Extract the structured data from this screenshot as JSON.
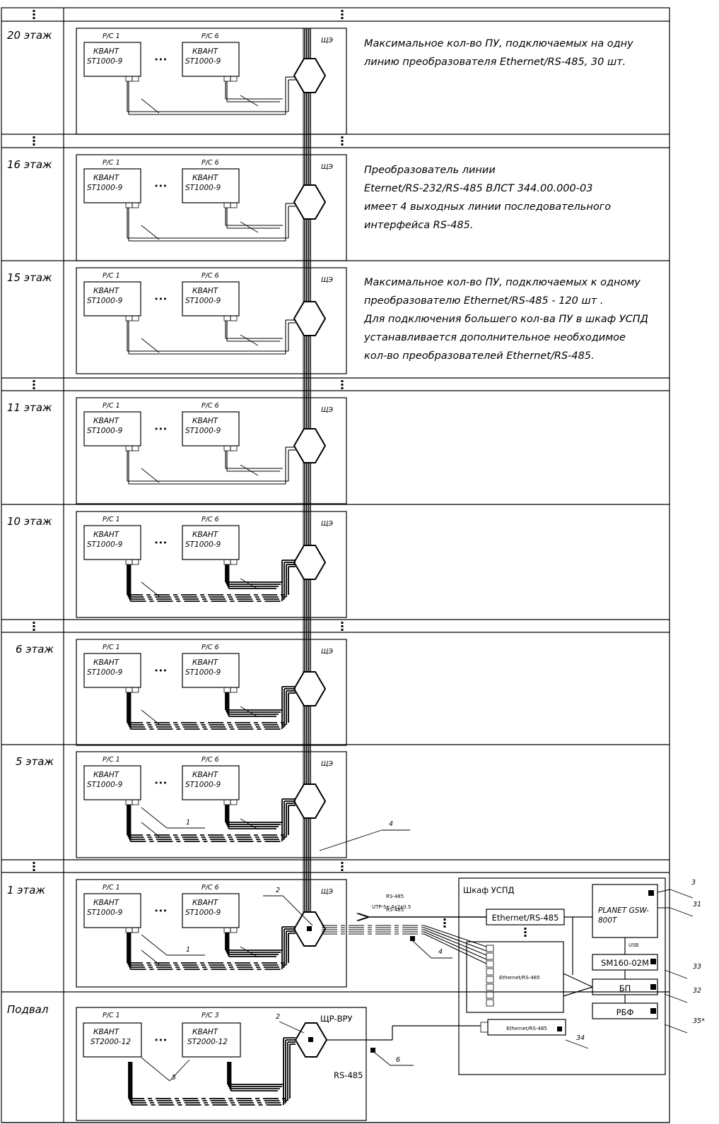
{
  "floors": [
    {
      "label": "20 этаж",
      "note": [
        "Максимальное кол-во ПУ, подключаемых на одну",
        "линию преобразователя Ethernet/RS-485, 30 шт."
      ]
    },
    {
      "label": "16 этаж",
      "note": [
        "Преобразователь линии",
        "Eternet/RS-232/RS-485 ВЛСТ 344.00.000-03",
        "имеет 4 выходных линии последовательного",
        "интерфейса RS-485."
      ]
    },
    {
      "label": "15 этаж",
      "note": [
        "Максимальное кол-во ПУ, подключаемых к одному",
        "преобразователю Ethernet/RS-485 - 120 шт .",
        "Для подключения большего кол-ва ПУ в шкаф УСПД",
        "устанавливается дополнительное необходимое",
        "кол-во преобразователей Ethernet/RS-485."
      ]
    },
    {
      "label": "11 этаж",
      "note": []
    },
    {
      "label": "10 этаж",
      "note": []
    },
    {
      "label": "6 этаж",
      "note": []
    },
    {
      "label": "5 этаж",
      "note": []
    },
    {
      "label": "1 этаж",
      "note": []
    },
    {
      "label": "Подвал",
      "note": []
    }
  ],
  "labels": {
    "pc1": "Р/С 1",
    "pc6": "Р/С 6",
    "pc3": "Р/С 3",
    "meter_line1": "КВАНТ",
    "meter_line2": "ST1000-9",
    "meter_line2_basement": "ST2000-12",
    "dots": "•••",
    "floor_panel": "ЩЭ",
    "basement_panel": "ЩР-ВРУ",
    "rs485": "RS-485",
    "cable": "UTP-5e 4x2x0.5"
  },
  "cabinet": {
    "title": "Шкаф УСПД",
    "switch_line1": "PLANET GSW-",
    "switch_line2": "800T",
    "converter": "Ethernet/RS-485",
    "usb": "USB",
    "controller": "SM160-02M",
    "power": "БП",
    "rbf": "РБФ"
  },
  "callouts": [
    "1",
    "2",
    "3",
    "4",
    "5",
    "6",
    "31",
    "32",
    "33",
    "34",
    "35*"
  ]
}
